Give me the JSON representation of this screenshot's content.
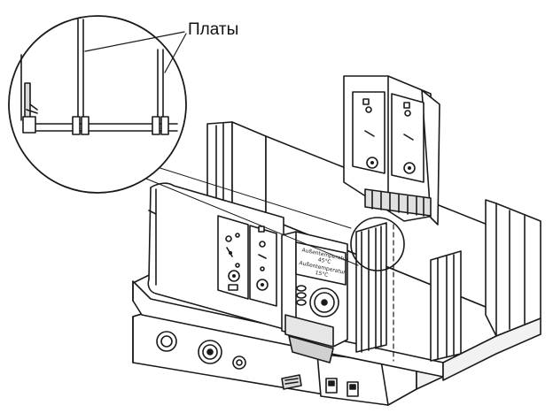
{
  "callout": {
    "label": "Платы"
  },
  "display": {
    "line1": "Außentemperatur",
    "line2": "45°C",
    "line3": "Außentemperatur",
    "line4": "15°C"
  },
  "colors": {
    "line": "#1a1a1a",
    "fill": "#ffffff",
    "shade": "#d9d9d9",
    "dark": "#555555"
  }
}
